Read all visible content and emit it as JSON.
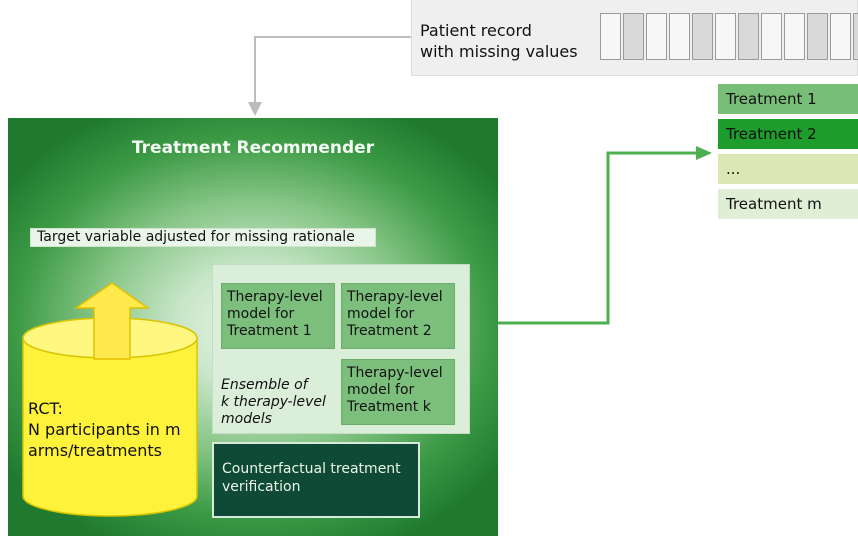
{
  "patient_record": {
    "label": "Patient record\nwith missing values",
    "cells": [
      false,
      true,
      false,
      false,
      true,
      false,
      true,
      false,
      false,
      true,
      false,
      true
    ]
  },
  "recommender": {
    "title": "Treatment Recommender",
    "target_variable": "Target variable adjusted for missing rationale",
    "rct_label": "RCT:\nN participants in m\narms/treatments",
    "models": {
      "model_1": "Therapy-level\nmodel for\nTreatment 1",
      "model_2": "Therapy-level\nmodel for\nTreatment 2",
      "model_k": "Therapy-level\nmodel for\nTreatment k"
    },
    "ensemble_label": "Ensemble of\nk therapy-level\nmodels",
    "counterfactual": "Counterfactual treatment\nverification"
  },
  "treatments": [
    "Treatment 1",
    "Treatment 2",
    "...",
    "Treatment m"
  ],
  "colors": {
    "connector_gray": "#bcbcbc",
    "connector_green": "#4caf50",
    "arrow_up_fill": "#ffe94d",
    "cylinder_fill": "#fff23a"
  }
}
